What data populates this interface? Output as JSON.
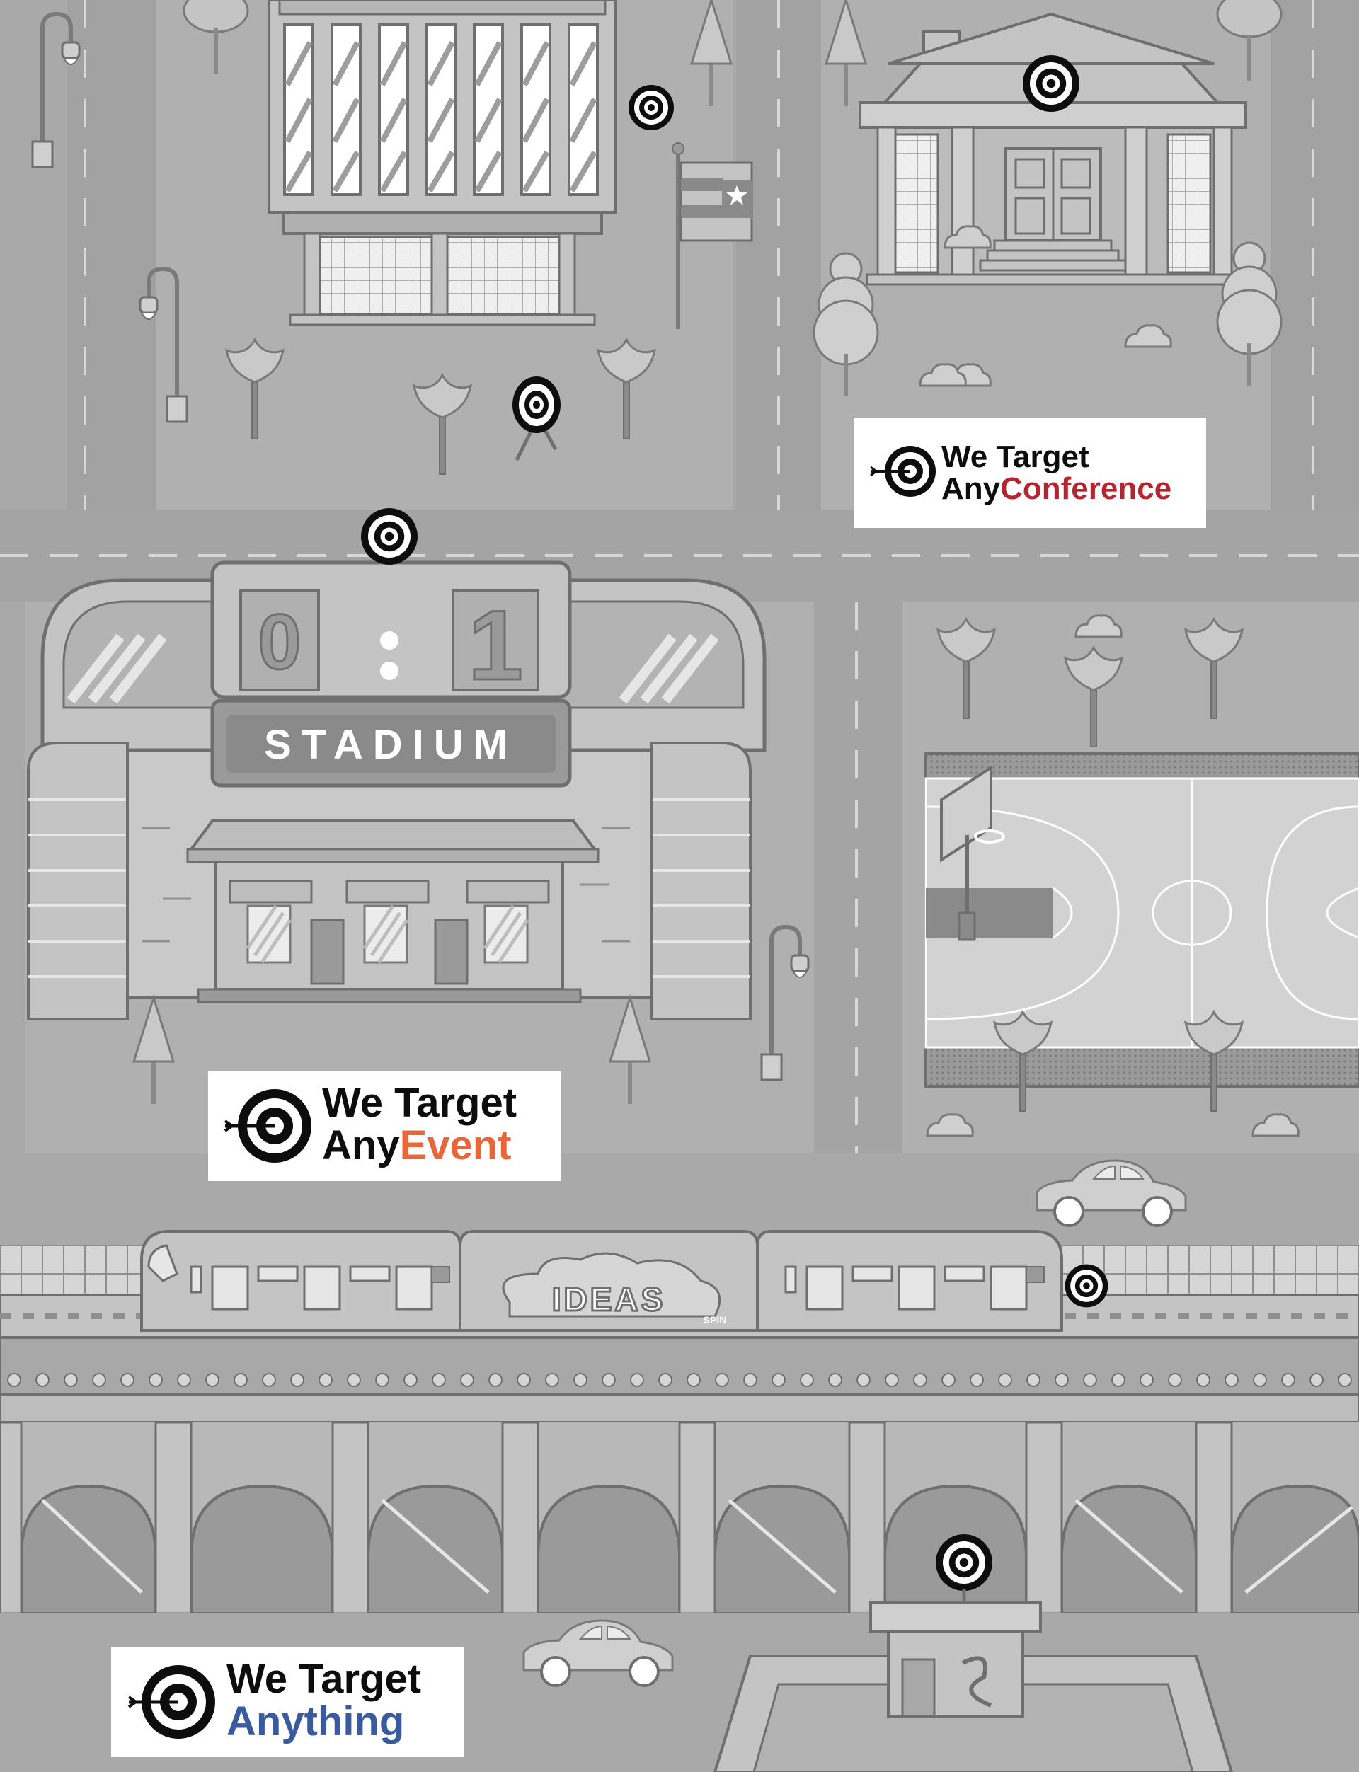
{
  "colors": {
    "background": "#a9a9a9",
    "road": "#b3b3b3",
    "block": "#9d9d9d",
    "building": "#c4c4c4",
    "building_dark": "#8f8f8f",
    "outline": "#6f6f6f",
    "window": "#ececec",
    "target_black": "#0d0d0d",
    "target_white": "#ffffff",
    "conference_accent": "#b3262f",
    "event_accent": "#e8663a",
    "anything_accent": "#3a5a9e"
  },
  "stadium": {
    "sign": "STADIUM",
    "score_left": "0",
    "score_right": "1"
  },
  "train": {
    "graffiti": "IDEAS",
    "graffiti_tag": "SPIN"
  },
  "badges": {
    "conference": {
      "line1": "We Target",
      "line2_prefix": "Any",
      "line2_accent": "Conference"
    },
    "event": {
      "line1": "We Target",
      "line2_prefix": "Any",
      "line2_accent": "Event"
    },
    "anything": {
      "line1": "We Target",
      "line2_prefix": "",
      "line2_accent": "Anything"
    }
  },
  "icons": [
    "target-icon",
    "bullseye-arrow-icon",
    "street-lamp-icon",
    "tree-icon",
    "palm-tree-icon",
    "flag-icon",
    "car-icon",
    "basketball-hoop-icon"
  ]
}
